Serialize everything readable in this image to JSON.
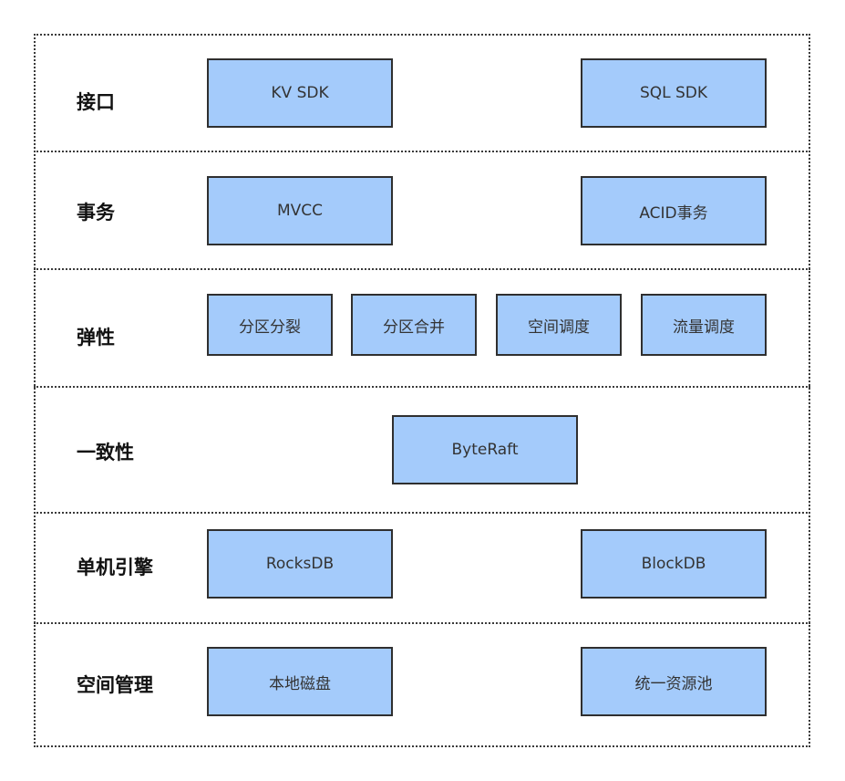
{
  "diagram": {
    "layers": [
      {
        "label": "接口",
        "boxes": [
          "KV SDK",
          "SQL SDK"
        ]
      },
      {
        "label": "事务",
        "boxes": [
          "MVCC",
          "ACID事务"
        ]
      },
      {
        "label": "弹性",
        "boxes": [
          "分区分裂",
          "分区合并",
          "空间调度",
          "流量调度"
        ]
      },
      {
        "label": "一致性",
        "boxes": [
          "ByteRaft"
        ]
      },
      {
        "label": "单机引擎",
        "boxes": [
          "RocksDB",
          "BlockDB"
        ]
      },
      {
        "label": "空间管理",
        "boxes": [
          "本地磁盘",
          "统一资源池"
        ]
      }
    ],
    "colors": {
      "box_fill": "#a4cbfb",
      "box_border": "#2f2f2f",
      "frame_border": "#3a3a3a"
    }
  }
}
